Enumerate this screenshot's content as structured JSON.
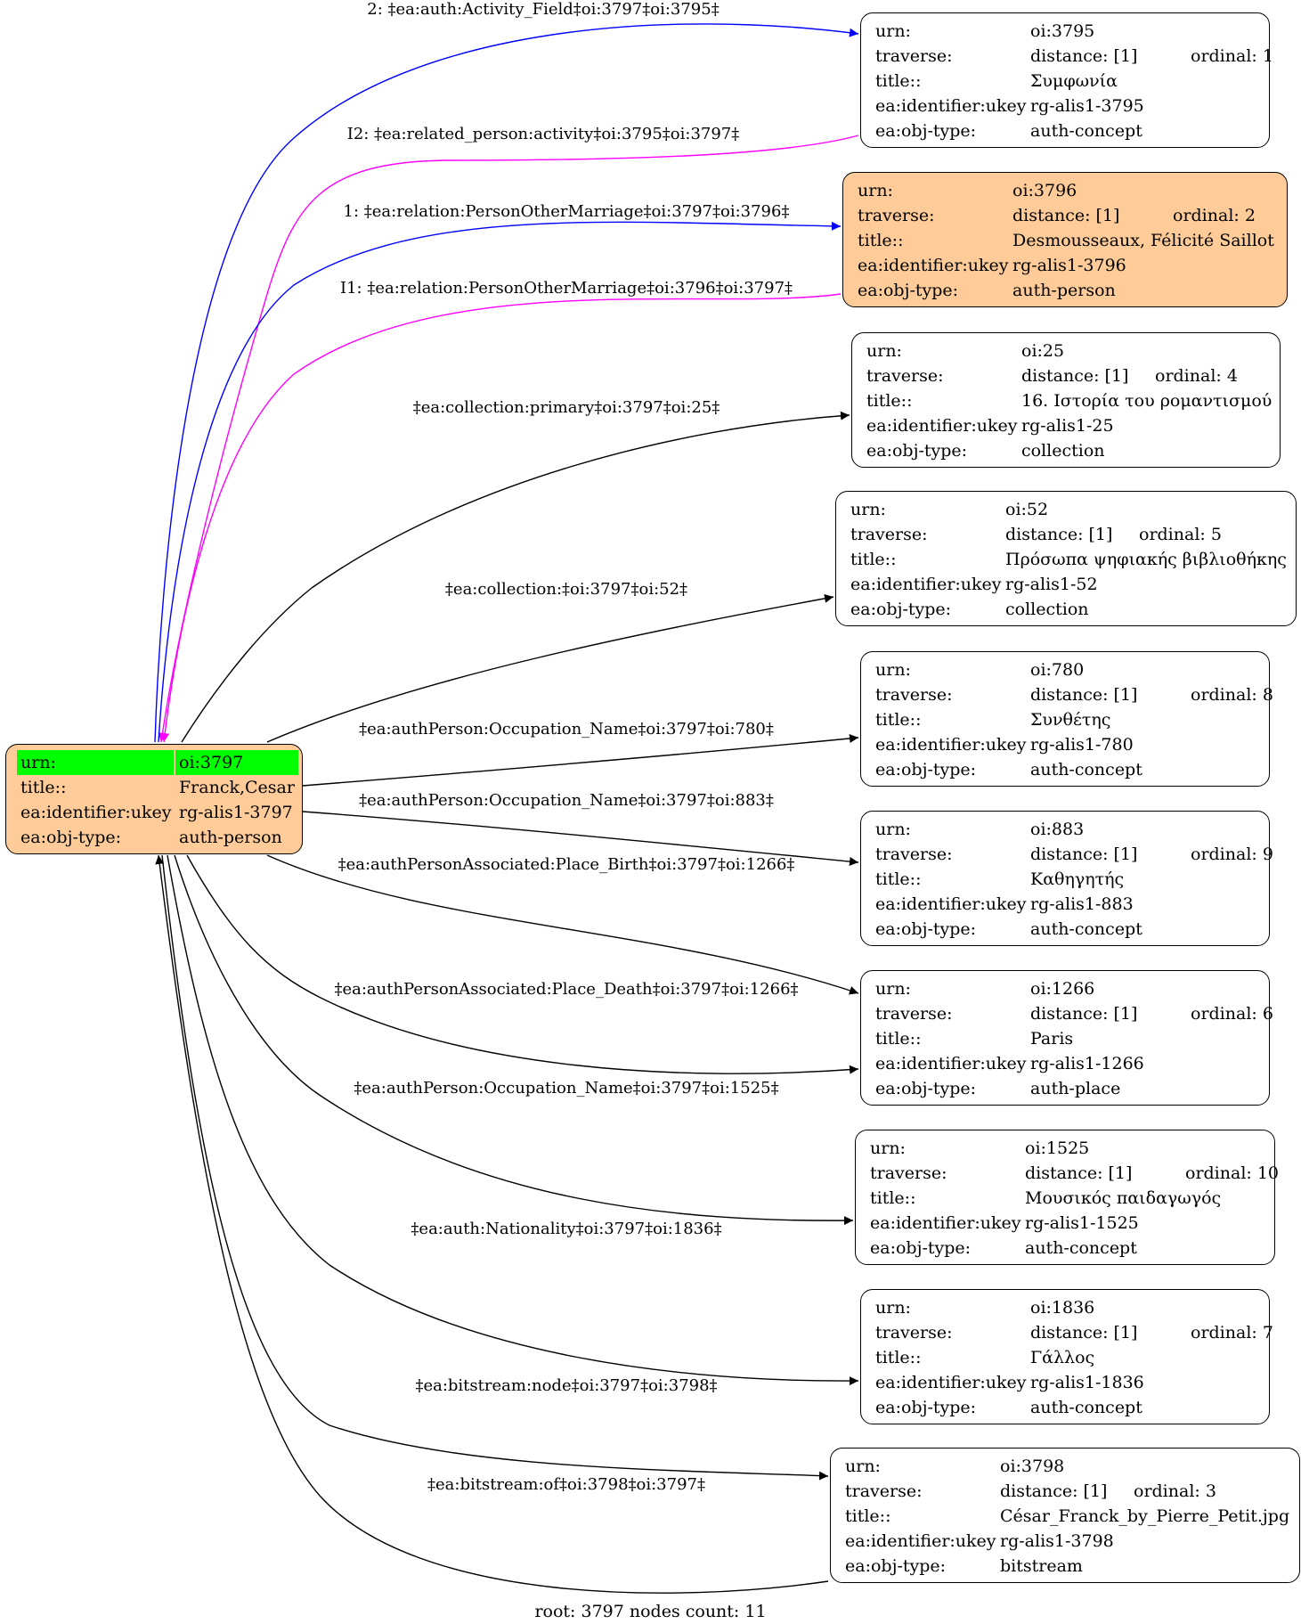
{
  "colors": {
    "person_fill": "#ffcc99",
    "highlight": "#00ff00",
    "blue_edge": "#0000ff",
    "magenta_edge": "#ff00ff",
    "black_edge": "#000000"
  },
  "root": {
    "rows": [
      {
        "key": "urn:",
        "val": "oi:3797"
      },
      {
        "key": "title::",
        "val": "Franck,Cesar"
      },
      {
        "key": "ea:identifier:ukey",
        "val": "rg-alis1-3797"
      },
      {
        "key": "ea:obj-type:",
        "val": "auth-person"
      }
    ]
  },
  "nodes": [
    {
      "id": "n3795",
      "type": "auth-concept",
      "urn": "oi:3795",
      "distance": "distance: [1]",
      "ordinal": "ordinal: 1",
      "title": "Συμφωνία",
      "ukey": "rg-alis1-3795",
      "objtype": "auth-concept"
    },
    {
      "id": "n3796",
      "type": "auth-person",
      "urn": "oi:3796",
      "distance": "distance: [1]",
      "ordinal": "ordinal: 2",
      "title": "Desmousseaux, Félicité Saillot",
      "ukey": "rg-alis1-3796",
      "objtype": "auth-person"
    },
    {
      "id": "n25",
      "type": "collection",
      "urn": "oi:25",
      "distance": "distance: [1]",
      "ordinal": "ordinal: 4",
      "title": "16. Ιστορία του ρομαντισμού",
      "ukey": "rg-alis1-25",
      "objtype": "collection"
    },
    {
      "id": "n52",
      "type": "collection",
      "urn": "oi:52",
      "distance": "distance: [1]",
      "ordinal": "ordinal: 5",
      "title": "Πρόσωπα ψηφιακής βιβλιοθήκης",
      "ukey": "rg-alis1-52",
      "objtype": "collection"
    },
    {
      "id": "n780",
      "type": "auth-concept",
      "urn": "oi:780",
      "distance": "distance: [1]",
      "ordinal": "ordinal: 8",
      "title": "Συνθέτης",
      "ukey": "rg-alis1-780",
      "objtype": "auth-concept"
    },
    {
      "id": "n883",
      "type": "auth-concept",
      "urn": "oi:883",
      "distance": "distance: [1]",
      "ordinal": "ordinal: 9",
      "title": "Καθηγητής",
      "ukey": "rg-alis1-883",
      "objtype": "auth-concept"
    },
    {
      "id": "n1266",
      "type": "auth-place",
      "urn": "oi:1266",
      "distance": "distance: [1]",
      "ordinal": "ordinal: 6",
      "title": "Paris",
      "ukey": "rg-alis1-1266",
      "objtype": "auth-place"
    },
    {
      "id": "n1525",
      "type": "auth-concept",
      "urn": "oi:1525",
      "distance": "distance: [1]",
      "ordinal": "ordinal: 10",
      "title": "Μουσικός παιδαγωγός",
      "ukey": "rg-alis1-1525",
      "objtype": "auth-concept"
    },
    {
      "id": "n1836",
      "type": "auth-concept",
      "urn": "oi:1836",
      "distance": "distance: [1]",
      "ordinal": "ordinal: 7",
      "title": "Γάλλος",
      "ukey": "rg-alis1-1836",
      "objtype": "auth-concept"
    },
    {
      "id": "n3798",
      "type": "bitstream",
      "urn": "oi:3798",
      "distance": "distance: [1]",
      "ordinal": "ordinal: 3",
      "title": "César_Franck_by_Pierre_Petit.jpg",
      "ukey": "rg-alis1-3798",
      "objtype": "bitstream"
    }
  ],
  "row_labels": {
    "urn": "urn:",
    "traverse": "traverse:",
    "title": "title::",
    "ukey": "ea:identifier:ukey",
    "objtype": "ea:obj-type:"
  },
  "edges": [
    {
      "label": "2: ‡ea:auth:Activity_Field‡oi:3797‡oi:3795‡",
      "color": "blue"
    },
    {
      "label": "I2: ‡ea:related_person:activity‡oi:3795‡oi:3797‡",
      "color": "magenta"
    },
    {
      "label": "1: ‡ea:relation:PersonOtherMarriage‡oi:3797‡oi:3796‡",
      "color": "blue"
    },
    {
      "label": "I1: ‡ea:relation:PersonOtherMarriage‡oi:3796‡oi:3797‡",
      "color": "magenta"
    },
    {
      "label": "‡ea:collection:primary‡oi:3797‡oi:25‡",
      "color": "black"
    },
    {
      "label": "‡ea:collection:‡oi:3797‡oi:52‡",
      "color": "black"
    },
    {
      "label": "‡ea:authPerson:Occupation_Name‡oi:3797‡oi:780‡",
      "color": "black"
    },
    {
      "label": "‡ea:authPerson:Occupation_Name‡oi:3797‡oi:883‡",
      "color": "black"
    },
    {
      "label": "‡ea:authPersonAssociated:Place_Birth‡oi:3797‡oi:1266‡",
      "color": "black"
    },
    {
      "label": "‡ea:authPersonAssociated:Place_Death‡oi:3797‡oi:1266‡",
      "color": "black"
    },
    {
      "label": "‡ea:authPerson:Occupation_Name‡oi:3797‡oi:1525‡",
      "color": "black"
    },
    {
      "label": "‡ea:auth:Nationality‡oi:3797‡oi:1836‡",
      "color": "black"
    },
    {
      "label": "‡ea:bitstream:node‡oi:3797‡oi:3798‡",
      "color": "black"
    },
    {
      "label": "‡ea:bitstream:of‡oi:3798‡oi:3797‡",
      "color": "black"
    }
  ],
  "footer": "root: 3797 nodes count: 11"
}
